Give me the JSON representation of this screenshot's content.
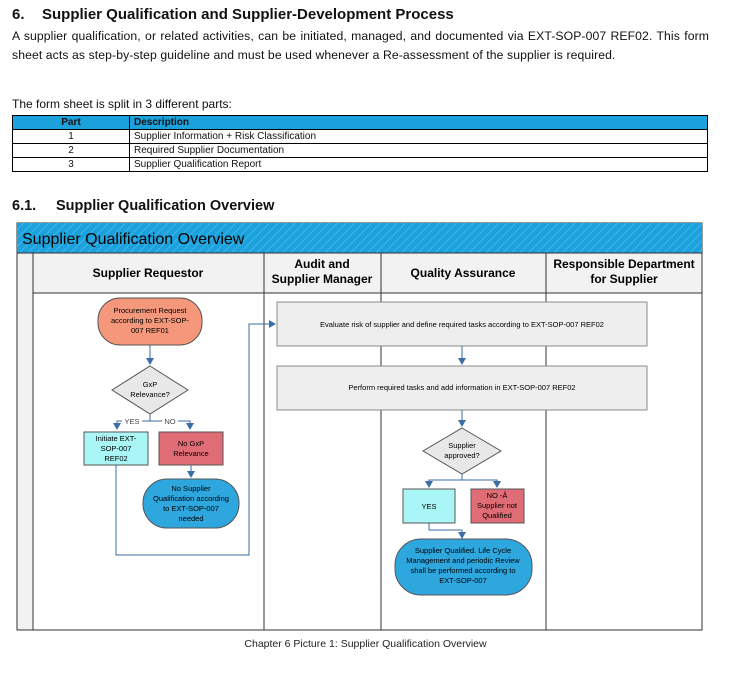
{
  "section": {
    "number": "6.",
    "title": "Supplier Qualification and Supplier-Development Process",
    "paragraph": "A supplier qualification, or related activities, can be initiated, managed, and documented via EXT-SOP-007 REF02. This form sheet acts as step-by-step guideline and must be used whenever a Re-assessment of the supplier is required."
  },
  "parts_table": {
    "intro": "The form sheet is split in 3 different parts:",
    "headers": [
      "Part",
      "Description"
    ],
    "rows": [
      [
        "1",
        "Supplier Information + Risk Classification"
      ],
      [
        "2",
        "Required Supplier Documentation"
      ],
      [
        "3",
        "Supplier Qualification Report"
      ]
    ]
  },
  "subsection": {
    "number": "6.1.",
    "title": "Supplier Qualification Overview"
  },
  "diagram": {
    "title": "Supplier Qualification Overview",
    "lanes": [
      {
        "line1": "Supplier Requestor",
        "line2": ""
      },
      {
        "line1": "Audit and",
        "line2": "Supplier Manager"
      },
      {
        "line1": "Quality Assurance",
        "line2": ""
      },
      {
        "line1": "Responsible Department",
        "line2": "for Supplier"
      }
    ],
    "nodes": {
      "procurement_request": [
        "Procurement Request",
        "according to EXT-SOP-",
        "007 REF01"
      ],
      "gxp_relevance": [
        "GxP",
        "Relevance?"
      ],
      "yes_label": "YES",
      "no_label": "NO",
      "initiate": [
        "Initiate EXT-",
        "SOP-007",
        "REF02"
      ],
      "no_gxp": [
        "No GxP",
        "Relevance"
      ],
      "no_supplier_qual": [
        "No Supplier",
        "Qualification according",
        "to EXT-SOP-007",
        "needed"
      ],
      "evaluate_risk": "Evaluate risk of supplier and define required tasks according to EXT-SOP-007 REF02",
      "perform_tasks": "Perform required tasks and add information in EXT-SOP-007 REF02",
      "supplier_approved": [
        "Supplier",
        "approved?"
      ],
      "yes_box": "YES",
      "no_box": [
        "NO -Â",
        "Supplier not",
        "Qualified"
      ],
      "supplier_qualified": [
        "Supplier Qualified. Life Cycle",
        "Management and periodic Review",
        "shall be performed according to",
        "EXT-SOP-007"
      ]
    },
    "caption": "Chapter 6 Picture 1: Supplier Qualification Overview"
  },
  "colors": {
    "accent_blue": "#1ba1dc",
    "header_fill": "#f2f2f2",
    "grey_box": "#eeeeee",
    "salmon": "#f4977b",
    "cyan_box": "#aaf6f6",
    "red_box": "#e06c75",
    "terminal_blue": "#2ea6de"
  }
}
